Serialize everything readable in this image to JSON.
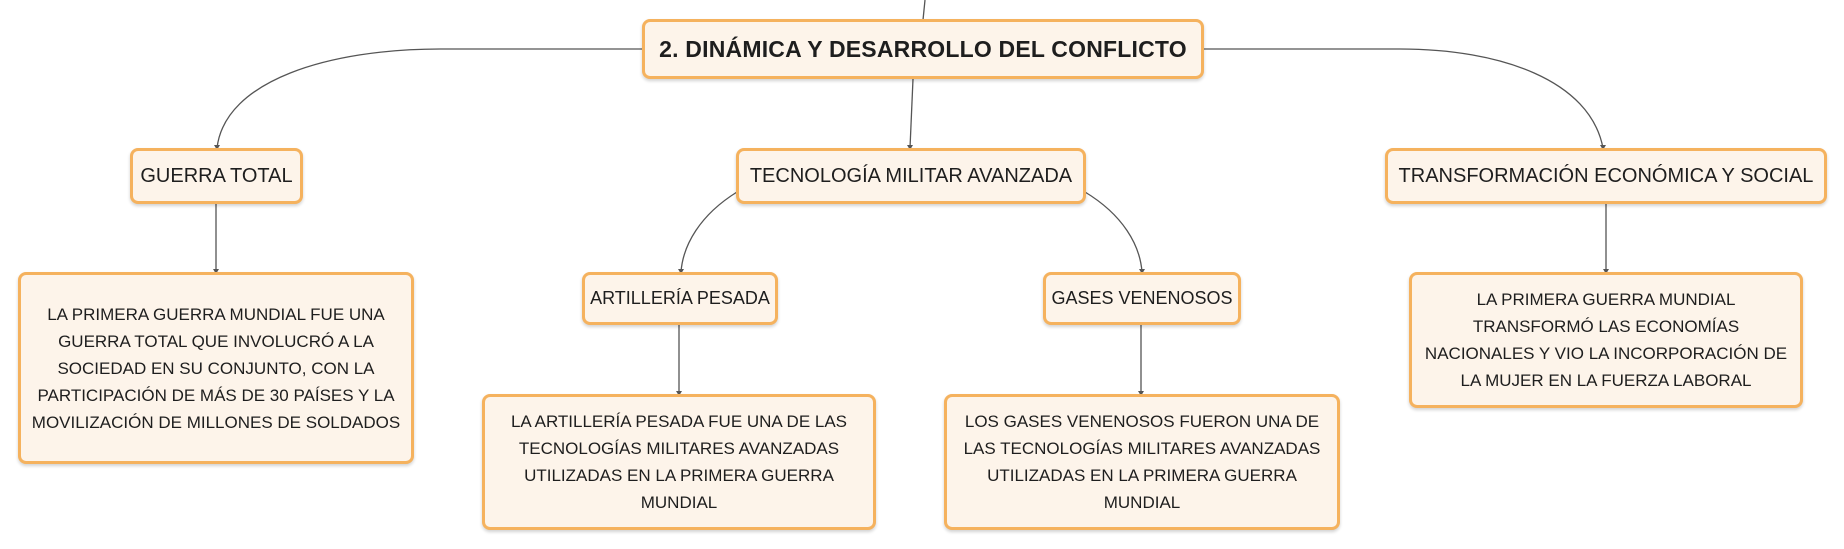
{
  "diagram": {
    "root": {
      "label": "2. DINÁMICA Y DESARROLLO DEL CONFLICTO"
    },
    "topics": [
      {
        "label": "GUERRA TOTAL",
        "detail": "LA PRIMERA GUERRA MUNDIAL FUE UNA GUERRA TOTAL QUE INVOLUCRÓ A LA SOCIEDAD EN SU CONJUNTO, CON LA PARTICIPACIÓN DE MÁS DE 30 PAÍSES Y LA MOVILIZACIÓN DE MILLONES DE SOLDADOS"
      },
      {
        "label": "TECNOLOGÍA MILITAR AVANZADA",
        "subtopics": [
          {
            "label": "ARTILLERÍA PESADA",
            "detail": "LA ARTILLERÍA PESADA FUE UNA DE LAS TECNOLOGÍAS MILITARES AVANZADAS UTILIZADAS EN LA PRIMERA GUERRA MUNDIAL"
          },
          {
            "label": "GASES VENENOSOS",
            "detail": "LOS GASES VENENOSOS FUERON UNA DE LAS TECNOLOGÍAS MILITARES AVANZADAS UTILIZADAS EN LA PRIMERA GUERRA MUNDIAL"
          }
        ]
      },
      {
        "label": "TRANSFORMACIÓN ECONÓMICA Y SOCIAL",
        "detail": "LA PRIMERA GUERRA MUNDIAL TRANSFORMÓ LAS ECONOMÍAS NACIONALES Y VIO LA INCORPORACIÓN DE LA MUJER EN LA FUERZA LABORAL"
      }
    ],
    "colors": {
      "node_fill": "#fdf4ea",
      "node_border": "#f5b25e",
      "connector": "#555555",
      "text": "#1e1e1e"
    }
  }
}
